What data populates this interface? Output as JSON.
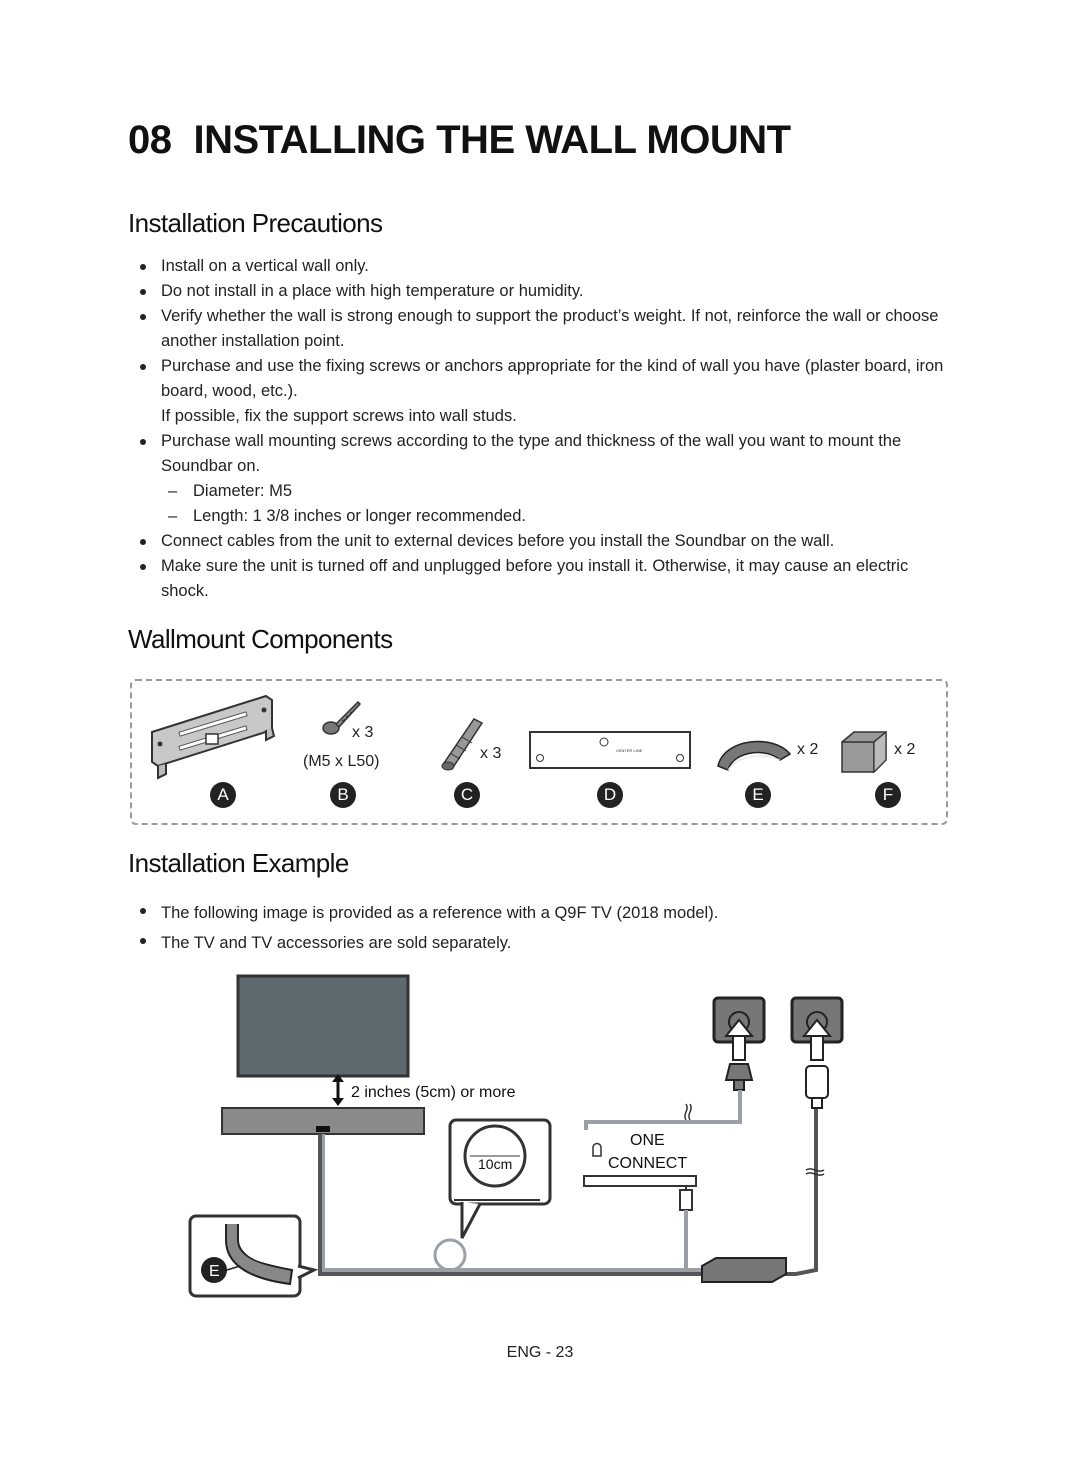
{
  "chapter": {
    "number": "08",
    "title": "INSTALLING THE WALL MOUNT"
  },
  "precautions": {
    "heading": "Installation Precautions",
    "items": [
      "Install on a vertical wall only.",
      "Do not install in a place with high temperature or humidity.",
      "Verify whether the wall is strong enough to support the product’s weight. If not, reinforce the wall or choose another installation point.",
      "Purchase and use the fixing screws or anchors appropriate for the kind of wall you have (plaster board, iron board, wood, etc.).",
      "If possible, fix the support screws into wall studs.",
      "Purchase wall mounting screws according to the type and thickness of the wall you want to mount the Soundbar on.",
      "Diameter: M5",
      "Length: 1 3/8 inches or longer recommended.",
      "Connect cables from the unit to external devices before you install the Soundbar on the wall.",
      "Make sure the unit is turned off and unplugged before you install it. Otherwise, it may cause an electric shock."
    ]
  },
  "components": {
    "heading": "Wallmount Components",
    "labels": [
      "A",
      "B",
      "C",
      "D",
      "E",
      "F"
    ],
    "screw_qty": "x 3",
    "screw_spec": "(M5 x L50)",
    "anchor_qty": "x 3",
    "holder_qty": "x 2",
    "block_qty": "x 2",
    "bracket_text": "CENTER LINE"
  },
  "example": {
    "heading": "Installation Example",
    "items": [
      "The following image is provided as a reference with a Q9F TV (2018 model).",
      "The TV and TV accessories are sold separately."
    ],
    "gap_label": "2 inches (5cm) or more",
    "coil_label": "10cm",
    "box_label_1": "ONE",
    "box_label_2": "CONNECT",
    "detail_label": "E"
  },
  "footer": {
    "page": "ENG - 23"
  }
}
